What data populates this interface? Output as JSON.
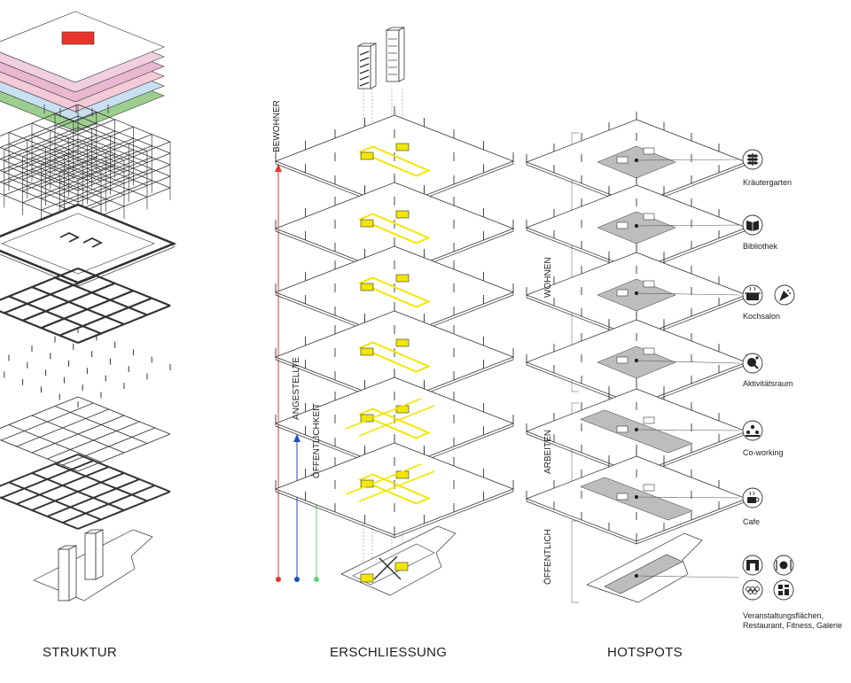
{
  "columns": {
    "struktur": "STRUKTUR",
    "erschliessung": "ERSCHLIESSUNG",
    "hotspots": "HOTSPOTS"
  },
  "access_arrows": [
    {
      "label": "BEWOHNER",
      "color": "#e8342c"
    },
    {
      "label": "ANGESTELLTE",
      "color": "#1f4fb5"
    },
    {
      "label": "ÖFFENTLICHKEIT",
      "color": "#5fd37a"
    }
  ],
  "groups": {
    "wohnen": "WOHNEN",
    "arbeiten": "ARBEITEN",
    "oeffentlich": "ÖFFENTLICH"
  },
  "hotspots": [
    {
      "label": "Kräutergarten",
      "icons": [
        "herb-icon"
      ]
    },
    {
      "label": "Bibliothek",
      "icons": [
        "book-icon"
      ]
    },
    {
      "label": "Kochsalon",
      "icons": [
        "cooking-pot-icon",
        "party-icon"
      ]
    },
    {
      "label": "Aktivitätsraum",
      "icons": [
        "table-tennis-icon"
      ]
    },
    {
      "label": "Co-working",
      "icons": [
        "group-icon"
      ]
    },
    {
      "label": "Cafe",
      "icons": [
        "coffee-cup-icon"
      ]
    },
    {
      "label": "Veranstaltungsflächen, Restaurant, Fitness, Galerie",
      "icons": [
        "stage-icon",
        "plate-cutlery-icon",
        "olympic-rings-icon",
        "gallery-icon"
      ]
    }
  ],
  "colors": {
    "line": "#333333",
    "circulation": "#f2e600",
    "hotspot_fill": "#bdbdbd",
    "bewohner": "#e8342c",
    "angestellte": "#1f4fb5",
    "oeffentlichkeit": "#5fd37a"
  }
}
